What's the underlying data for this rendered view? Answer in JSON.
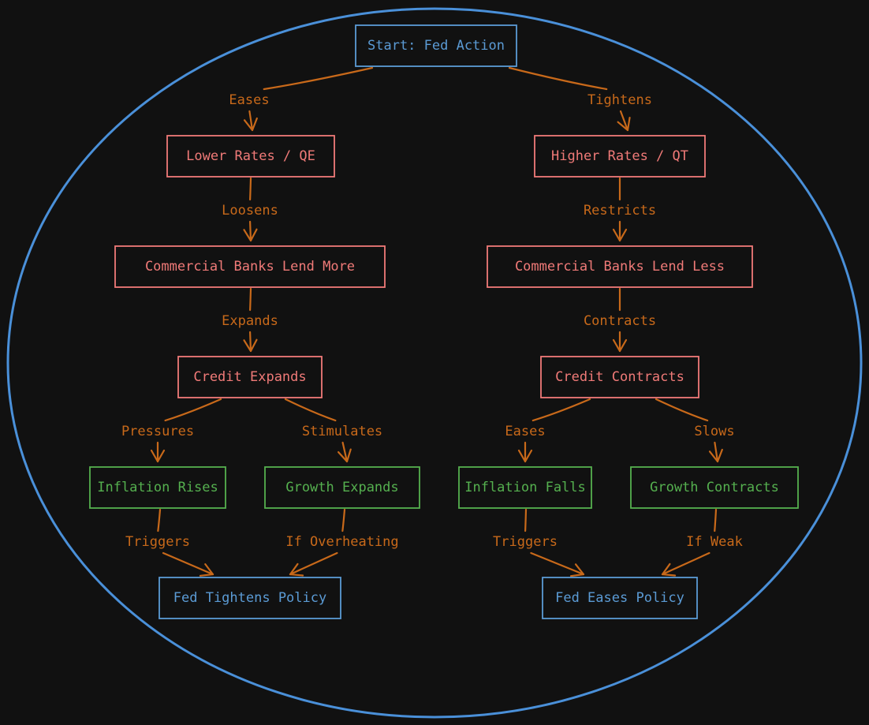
{
  "colors": {
    "background": "#111111",
    "ellipse": "#4a90d9",
    "blue": "#5b9bd5",
    "red": "#f07a78",
    "green": "#55b04f",
    "edge": "#c8691a"
  },
  "diagram": {
    "nodes": [
      {
        "id": "start",
        "label": "Start: Fed Action",
        "color": "blue"
      },
      {
        "id": "lower-rates",
        "label": "Lower Rates / QE",
        "color": "red"
      },
      {
        "id": "higher-rates",
        "label": "Higher Rates / QT",
        "color": "red"
      },
      {
        "id": "banks-lend-more",
        "label": "Commercial Banks Lend More",
        "color": "red"
      },
      {
        "id": "banks-lend-less",
        "label": "Commercial Banks Lend Less",
        "color": "red"
      },
      {
        "id": "credit-expands",
        "label": "Credit Expands",
        "color": "red"
      },
      {
        "id": "credit-contracts",
        "label": "Credit Contracts",
        "color": "red"
      },
      {
        "id": "inflation-rises",
        "label": "Inflation Rises",
        "color": "green"
      },
      {
        "id": "growth-expands",
        "label": "Growth Expands",
        "color": "green"
      },
      {
        "id": "inflation-falls",
        "label": "Inflation Falls",
        "color": "green"
      },
      {
        "id": "growth-contracts",
        "label": "Growth Contracts",
        "color": "green"
      },
      {
        "id": "fed-tightens",
        "label": "Fed Tightens Policy",
        "color": "blue"
      },
      {
        "id": "fed-eases",
        "label": "Fed Eases Policy",
        "color": "blue"
      }
    ],
    "edges": [
      {
        "from": "start",
        "to": "lower-rates",
        "label": "Eases"
      },
      {
        "from": "start",
        "to": "higher-rates",
        "label": "Tightens"
      },
      {
        "from": "lower-rates",
        "to": "banks-lend-more",
        "label": "Loosens"
      },
      {
        "from": "higher-rates",
        "to": "banks-lend-less",
        "label": "Restricts"
      },
      {
        "from": "banks-lend-more",
        "to": "credit-expands",
        "label": "Expands"
      },
      {
        "from": "banks-lend-less",
        "to": "credit-contracts",
        "label": "Contracts"
      },
      {
        "from": "credit-expands",
        "to": "inflation-rises",
        "label": "Pressures"
      },
      {
        "from": "credit-expands",
        "to": "growth-expands",
        "label": "Stimulates"
      },
      {
        "from": "credit-contracts",
        "to": "inflation-falls",
        "label": "Eases"
      },
      {
        "from": "credit-contracts",
        "to": "growth-contracts",
        "label": "Slows"
      },
      {
        "from": "inflation-rises",
        "to": "fed-tightens",
        "label": "Triggers"
      },
      {
        "from": "growth-expands",
        "to": "fed-tightens",
        "label": "If Overheating"
      },
      {
        "from": "inflation-falls",
        "to": "fed-eases",
        "label": "Triggers"
      },
      {
        "from": "growth-contracts",
        "to": "fed-eases",
        "label": "If Weak"
      }
    ]
  }
}
